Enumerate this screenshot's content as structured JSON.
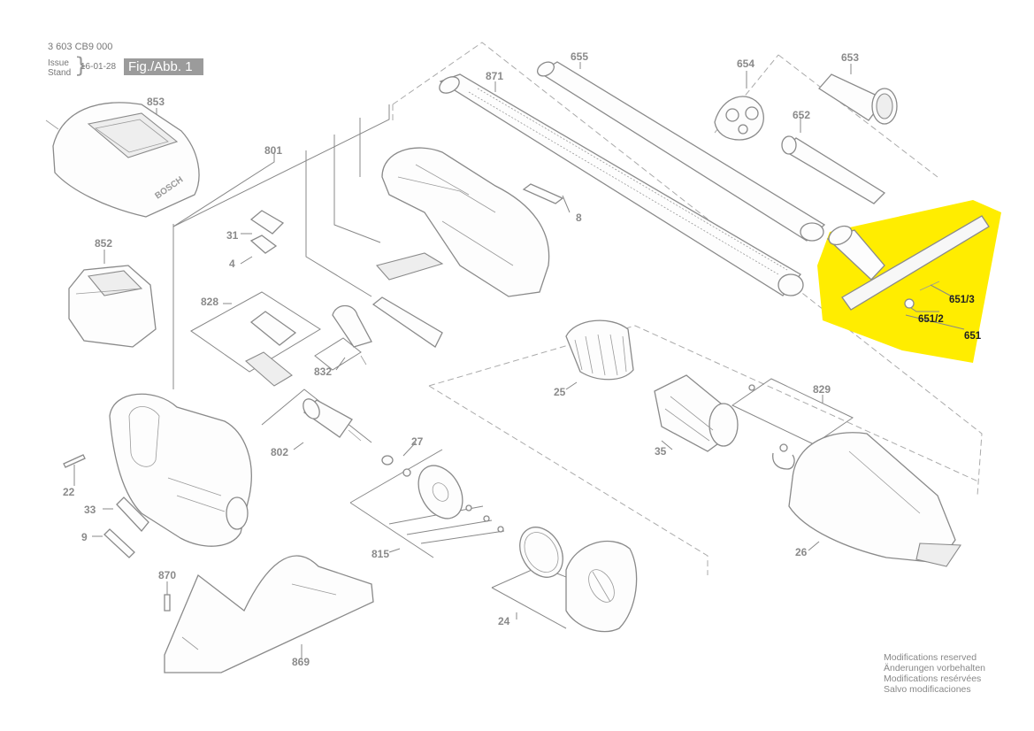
{
  "header": {
    "part_code": "3 603 CB9 000",
    "issue_label_1": "Issue",
    "issue_label_2": "Stand",
    "issue_date": "16-01-28",
    "figure_tag": "Fig./Abb. 1"
  },
  "footer": {
    "modifications": [
      "Modifications reserved",
      "Änderungen vorbehalten",
      "Modifications resérvées",
      "Salvo modificaciones"
    ]
  },
  "callouts": {
    "p853": "853",
    "p852": "852",
    "p801": "801",
    "p871": "871",
    "p655": "655",
    "p654": "654",
    "p653": "653",
    "p652": "652",
    "p8": "8",
    "p31": "31",
    "p4": "4",
    "p828": "828",
    "p832": "832",
    "p802": "802",
    "p27": "27",
    "p22": "22",
    "p33": "33",
    "p9": "9",
    "p870": "870",
    "p869": "869",
    "p815": "815",
    "p24": "24",
    "p25": "25",
    "p35": "35",
    "p829": "829",
    "p26": "26",
    "p651": "651",
    "p651_2": "651/2",
    "p651_3": "651/3"
  },
  "highlight": {
    "part": "651",
    "color": "#ffed00"
  },
  "logo": {
    "brand_text": "BOSCH"
  }
}
